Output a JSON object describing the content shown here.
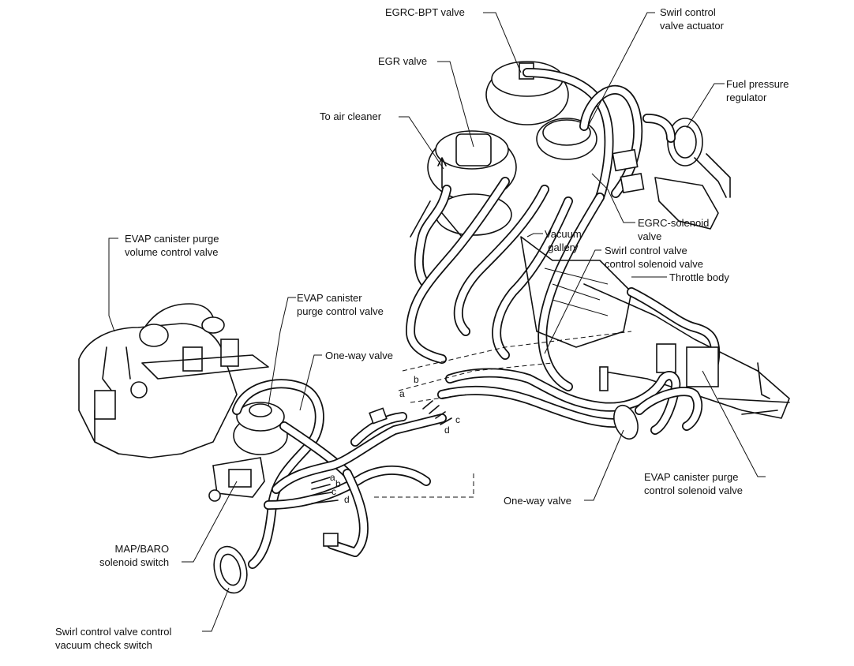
{
  "labels": {
    "egrc_bpt_valve": "EGRC-BPT valve",
    "swirl_control_valve_actuator": [
      "Swirl control",
      "valve actuator"
    ],
    "egr_valve": "EGR valve",
    "fuel_pressure_regulator": [
      "Fuel pressure",
      "regulator"
    ],
    "to_air_cleaner": "To air cleaner",
    "evap_purge_volume_control_valve": [
      "EVAP canister purge",
      "volume control valve"
    ],
    "egrc_solenoid_valve": [
      "EGRC-solenoid",
      "valve"
    ],
    "vacuum_gallery": [
      "Vacuum",
      "gallery"
    ],
    "swirl_control_valve_control_solenoid_valve": [
      "Swirl control valve",
      "control solenoid valve"
    ],
    "throttle_body": "Throttle body",
    "evap_purge_control_valve": [
      "EVAP canister",
      "purge control valve"
    ],
    "one_way_valve_upper": "One-way valve",
    "one_way_valve_lower": "One-way valve",
    "evap_purge_control_solenoid_valve": [
      "EVAP canister purge",
      "control solenoid valve"
    ],
    "map_baro_solenoid_switch": [
      "MAP/BARO",
      "solenoid switch"
    ],
    "swirl_control_valve_control_vacuum_check_switch": [
      "Swirl control valve control",
      "vacuum check switch"
    ]
  },
  "connection_letters": {
    "left_group": [
      "a",
      "b",
      "c",
      "d"
    ],
    "center_group": [
      "a",
      "b",
      "c",
      "d"
    ]
  }
}
